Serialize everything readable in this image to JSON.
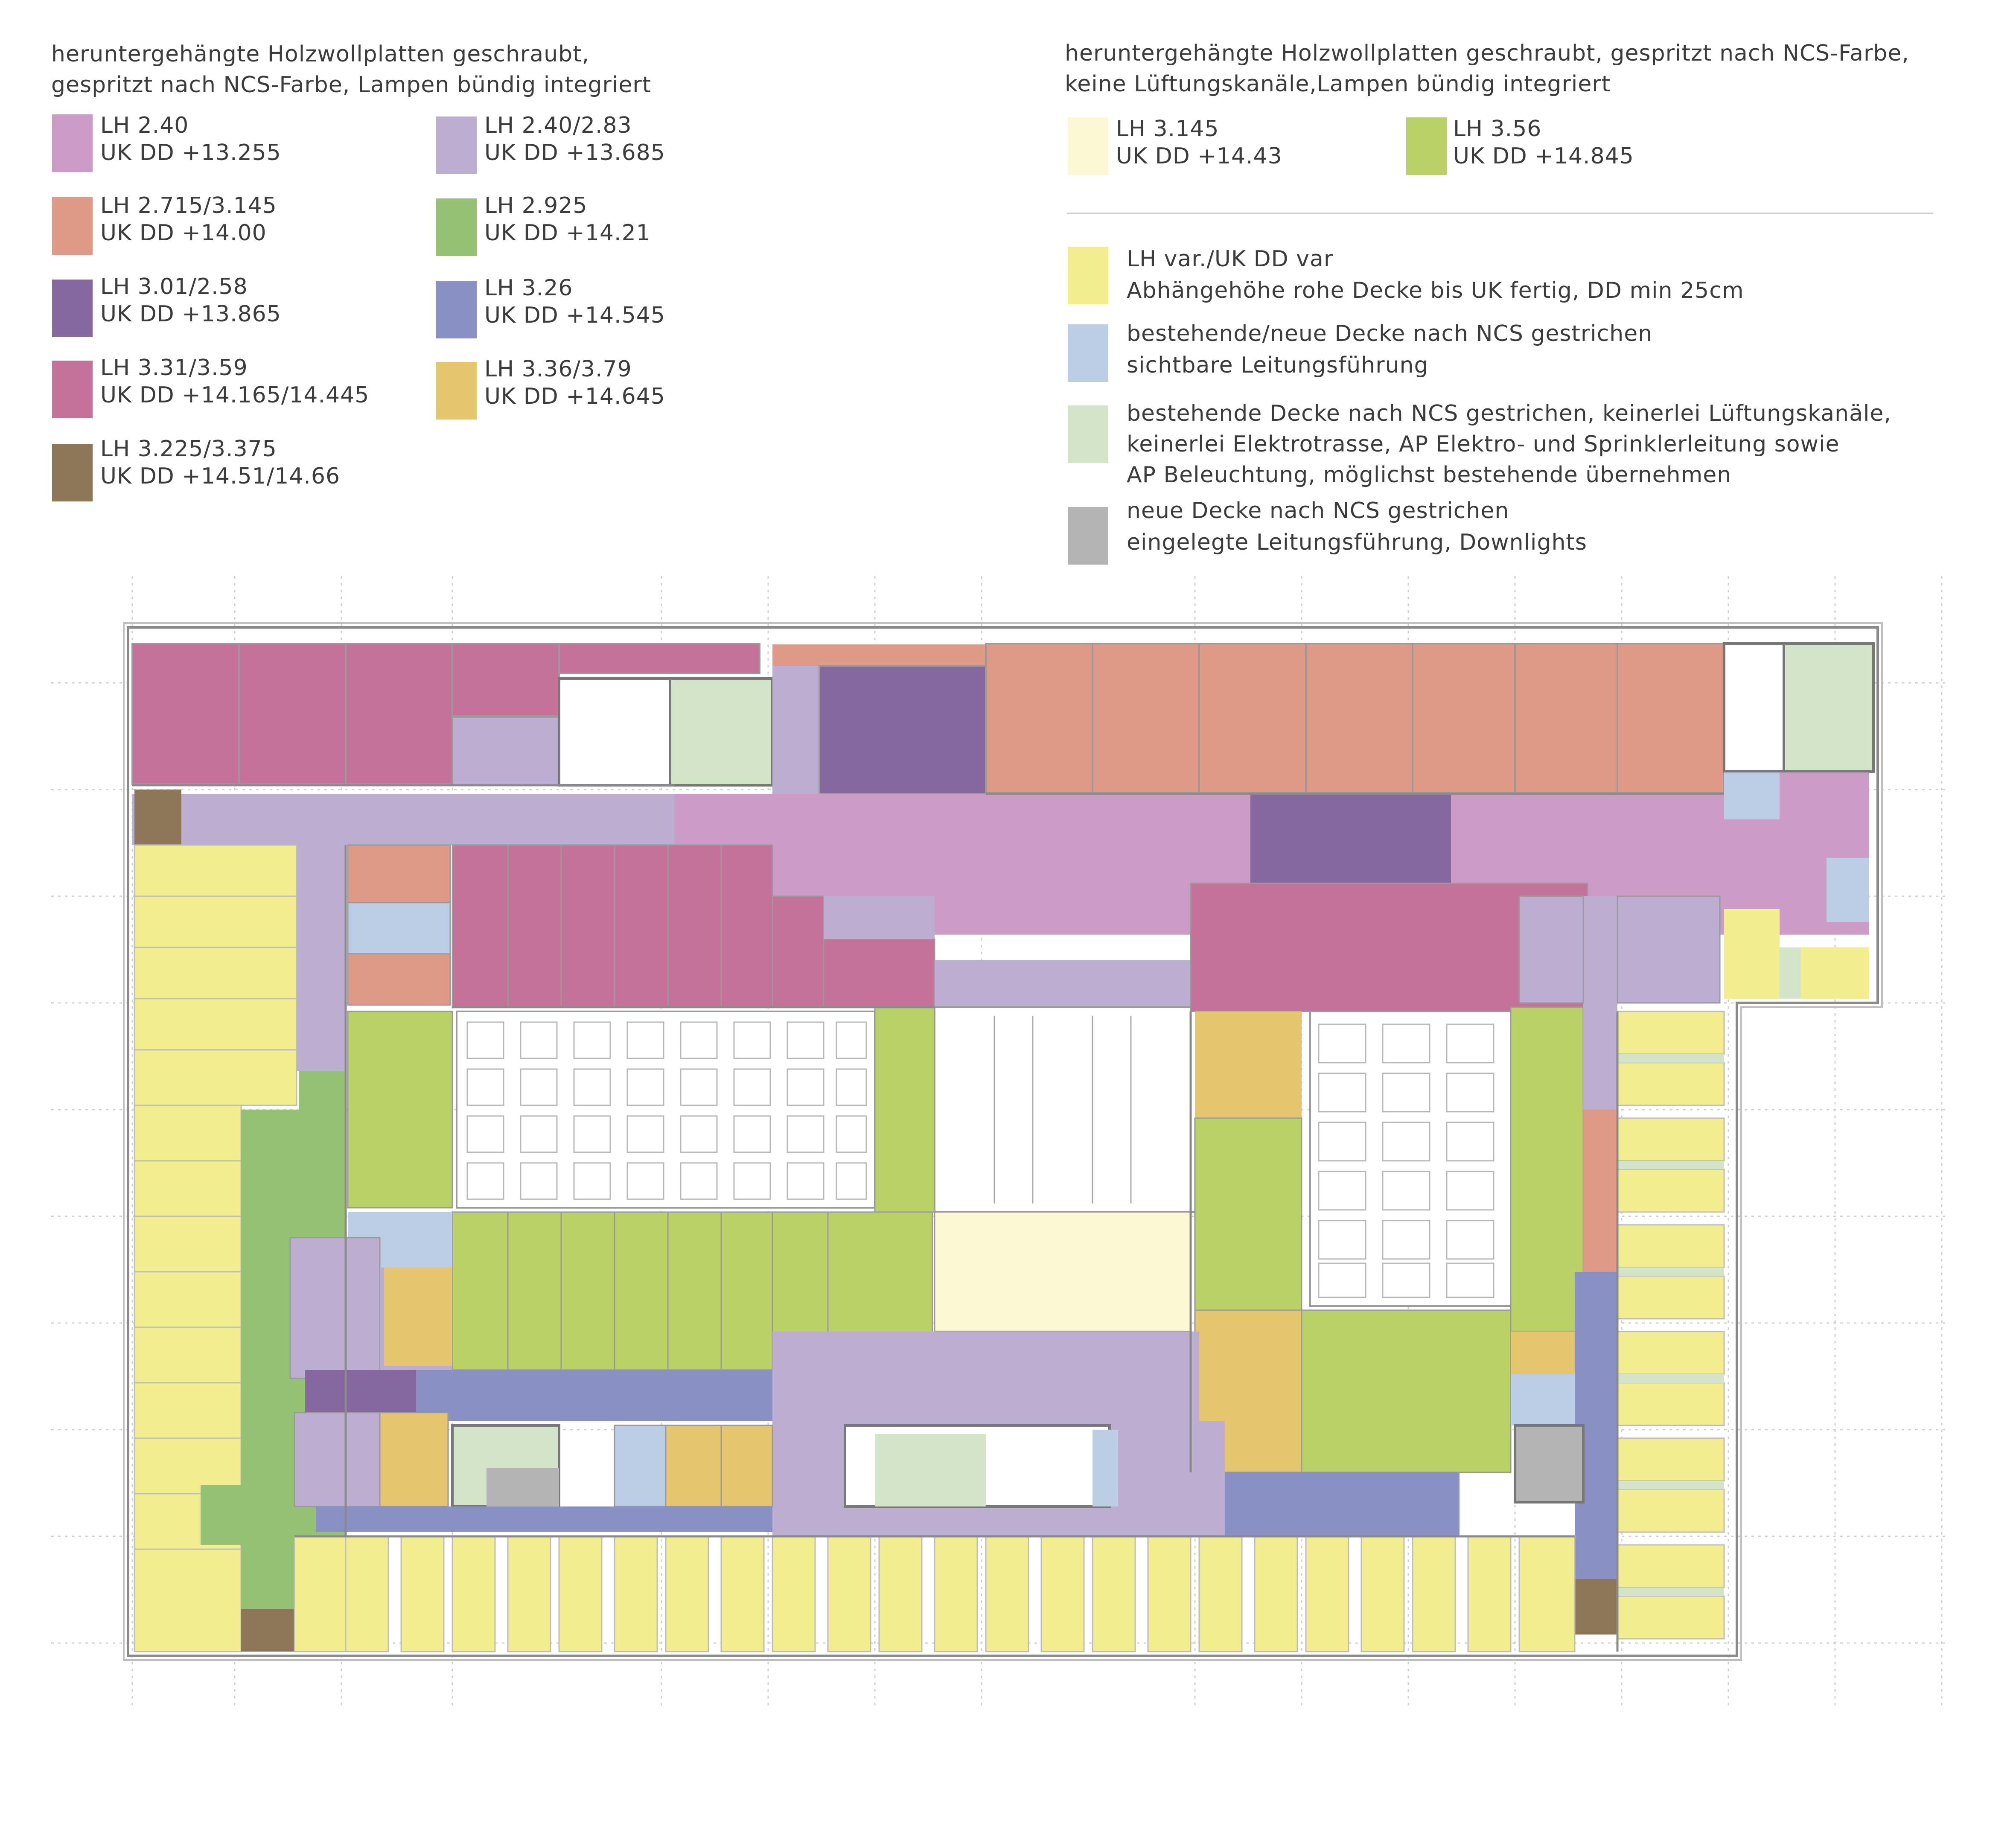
{
  "legend_left": {
    "heading": [
      "heruntergehängte Holzwollplatten geschraubt,",
      "gespritzt nach NCS-Farbe, Lampen bündig integriert"
    ],
    "items": [
      {
        "lines": [
          "LH 2.40",
          "UK DD +13.255"
        ],
        "color": "#cc9cc6"
      },
      {
        "lines": [
          "LH 2.40/2.83",
          "UK DD +13.685"
        ],
        "color": "#bcaed0"
      },
      {
        "lines": [
          "LH 2.715/3.145",
          "UK DD +14.00"
        ],
        "color": "#de9a86"
      },
      {
        "lines": [
          "LH 2.925",
          "UK DD +14.21"
        ],
        "color": "#94c173"
      },
      {
        "lines": [
          "LH 3.01/2.58",
          "UK DD +13.865"
        ],
        "color": "#85689e"
      },
      {
        "lines": [
          "LH 3.26",
          "UK DD +14.545"
        ],
        "color": "#8890c4"
      },
      {
        "lines": [
          "LH 3.31/3.59",
          "UK DD +14.165/14.445"
        ],
        "color": "#c47299"
      },
      {
        "lines": [
          "LH 3.36/3.79",
          "UK DD +14.645"
        ],
        "color": "#e3c66e"
      },
      {
        "lines": [
          "LH 3.225/3.375",
          "UK DD +14.51/14.66"
        ],
        "color": "#8e7659"
      }
    ]
  },
  "legend_right": {
    "heading": [
      "heruntergehängte Holzwollplatten geschraubt, gespritzt nach NCS-Farbe,",
      "keine Lüftungskanäle,Lampen bündig integriert"
    ],
    "items_top": [
      {
        "lines": [
          "LH 3.145",
          "UK DD +14.43"
        ],
        "color": "#fdf8d4"
      },
      {
        "lines": [
          "LH 3.56",
          "UK DD +14.845"
        ],
        "color": "#bad166"
      }
    ],
    "items_bottom": [
      {
        "lines": [
          "LH var./UK DD var",
          "Abhängehöhe rohe Decke bis UK fertig, DD min 25cm"
        ],
        "color": "#f2ee90"
      },
      {
        "lines": [
          "bestehende/neue Decke nach NCS gestrichen",
          "sichtbare Leitungsführung"
        ],
        "color": "#bccde6"
      },
      {
        "lines": [
          "bestehende Decke nach NCS gestrichen, keinerlei Lüftungskanäle,",
          "keinerlei Elektrotrasse, AP Elektro- und Sprinklerleitung sowie",
          "AP Beleuchtung, möglichst bestehende übernehmen"
        ],
        "color": "#d3e4c8"
      },
      {
        "lines": [
          "neue Decke nach NCS gestrichen",
          "eingelegte Leitungsführung, Downlights"
        ],
        "color": "#b4b4b4"
      }
    ]
  }
}
